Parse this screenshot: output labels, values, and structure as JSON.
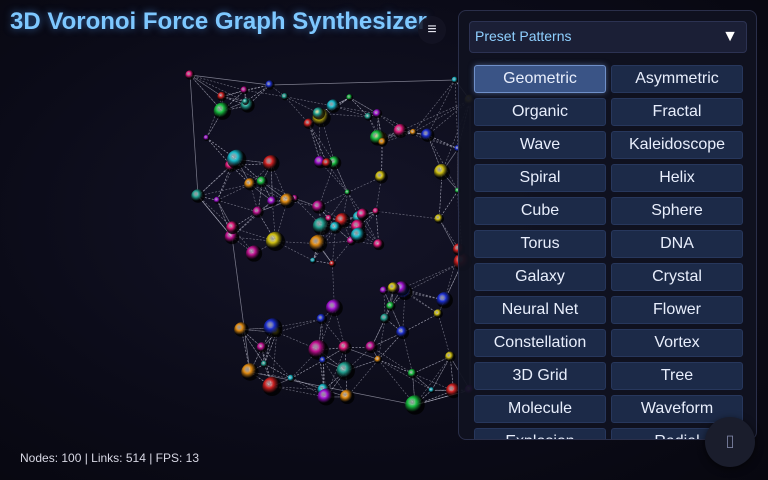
{
  "app": {
    "title": "3D Voronoi Force Graph Synthesizer",
    "menu_icon": "≡"
  },
  "panel": {
    "preset_select": {
      "label": "Preset Patterns",
      "arrow": "▼"
    },
    "presets": [
      {
        "label": "Geometric",
        "active": true
      },
      {
        "label": "Asymmetric"
      },
      {
        "label": "Organic"
      },
      {
        "label": "Fractal"
      },
      {
        "label": "Wave"
      },
      {
        "label": "Kaleidoscope"
      },
      {
        "label": "Spiral"
      },
      {
        "label": "Helix"
      },
      {
        "label": "Cube"
      },
      {
        "label": "Sphere"
      },
      {
        "label": "Torus"
      },
      {
        "label": "DNA"
      },
      {
        "label": "Galaxy"
      },
      {
        "label": "Crystal"
      },
      {
        "label": "Neural Net"
      },
      {
        "label": "Flower"
      },
      {
        "label": "Constellation"
      },
      {
        "label": "Vortex"
      },
      {
        "label": "3D Grid"
      },
      {
        "label": "Tree"
      },
      {
        "label": "Molecule"
      },
      {
        "label": "Waveform"
      },
      {
        "label": "Explosion"
      },
      {
        "label": "Radial"
      }
    ]
  },
  "stats": {
    "text": "Nodes: 100 | Links: 514 | FPS: 13"
  },
  "fab": {
    "icon": "▯",
    "icon_name": "settings-fab-icon"
  },
  "graph": {
    "node_count": 100,
    "link_count": 514,
    "palette": [
      "#e0187a",
      "#1c2fd0",
      "#18b8c8",
      "#d0c010",
      "#a010d0",
      "#18c040",
      "#e08a10",
      "#c01090",
      "#20a090",
      "#d02020"
    ],
    "link_color": "#c8c8d8"
  }
}
